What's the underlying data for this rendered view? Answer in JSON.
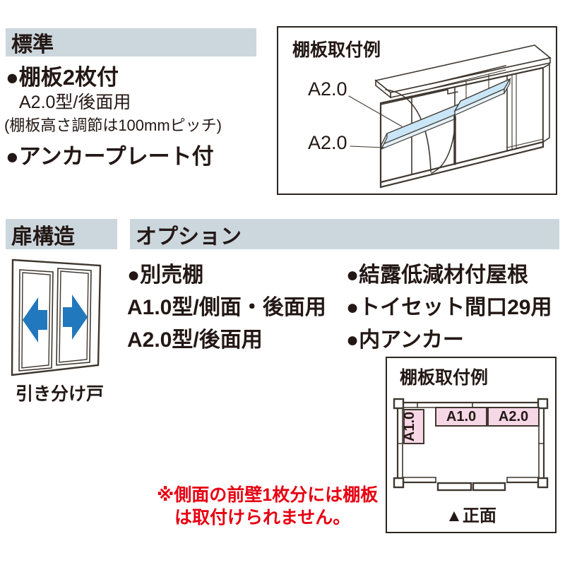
{
  "colors": {
    "header_bg": "#ccd6dd",
    "text": "#231815",
    "accent_blue": "#2178bd",
    "shelf_blue": "#c9e6f8",
    "shelf_edge": "#e2f0fa",
    "shelf_pink": "#f6d7e6",
    "note_red": "#e60012",
    "line": "#3f372f"
  },
  "standard": {
    "header": "標準",
    "item1": "●棚板2枚付",
    "item1_sub": "A2.0型/後面用",
    "item1_note": "(棚板高さ調節は100mmピッチ)",
    "item2": "●アンカープレート付"
  },
  "shelf_example_iso": {
    "title": "棚板取付例",
    "label_top": "A2.0",
    "label_bottom": "A2.0"
  },
  "door": {
    "header": "扉構造",
    "caption": "引き分け戸"
  },
  "options": {
    "header": "オプション",
    "col1": [
      "●別売棚",
      "A1.0型/側面・後面用",
      "A2.0型/後面用"
    ],
    "col2": [
      "●結露低減材付屋根",
      "●トイセット間口29用",
      "●内アンカー"
    ]
  },
  "shelf_example_plan": {
    "title": "棚板取付例",
    "label_left": "A1.0",
    "label_mid": "A1.0",
    "label_right": "A2.0",
    "front_label": "▲正面"
  },
  "note": {
    "line1": "※側面の前壁1枚分には棚板",
    "line2": "は取付けられません。"
  }
}
